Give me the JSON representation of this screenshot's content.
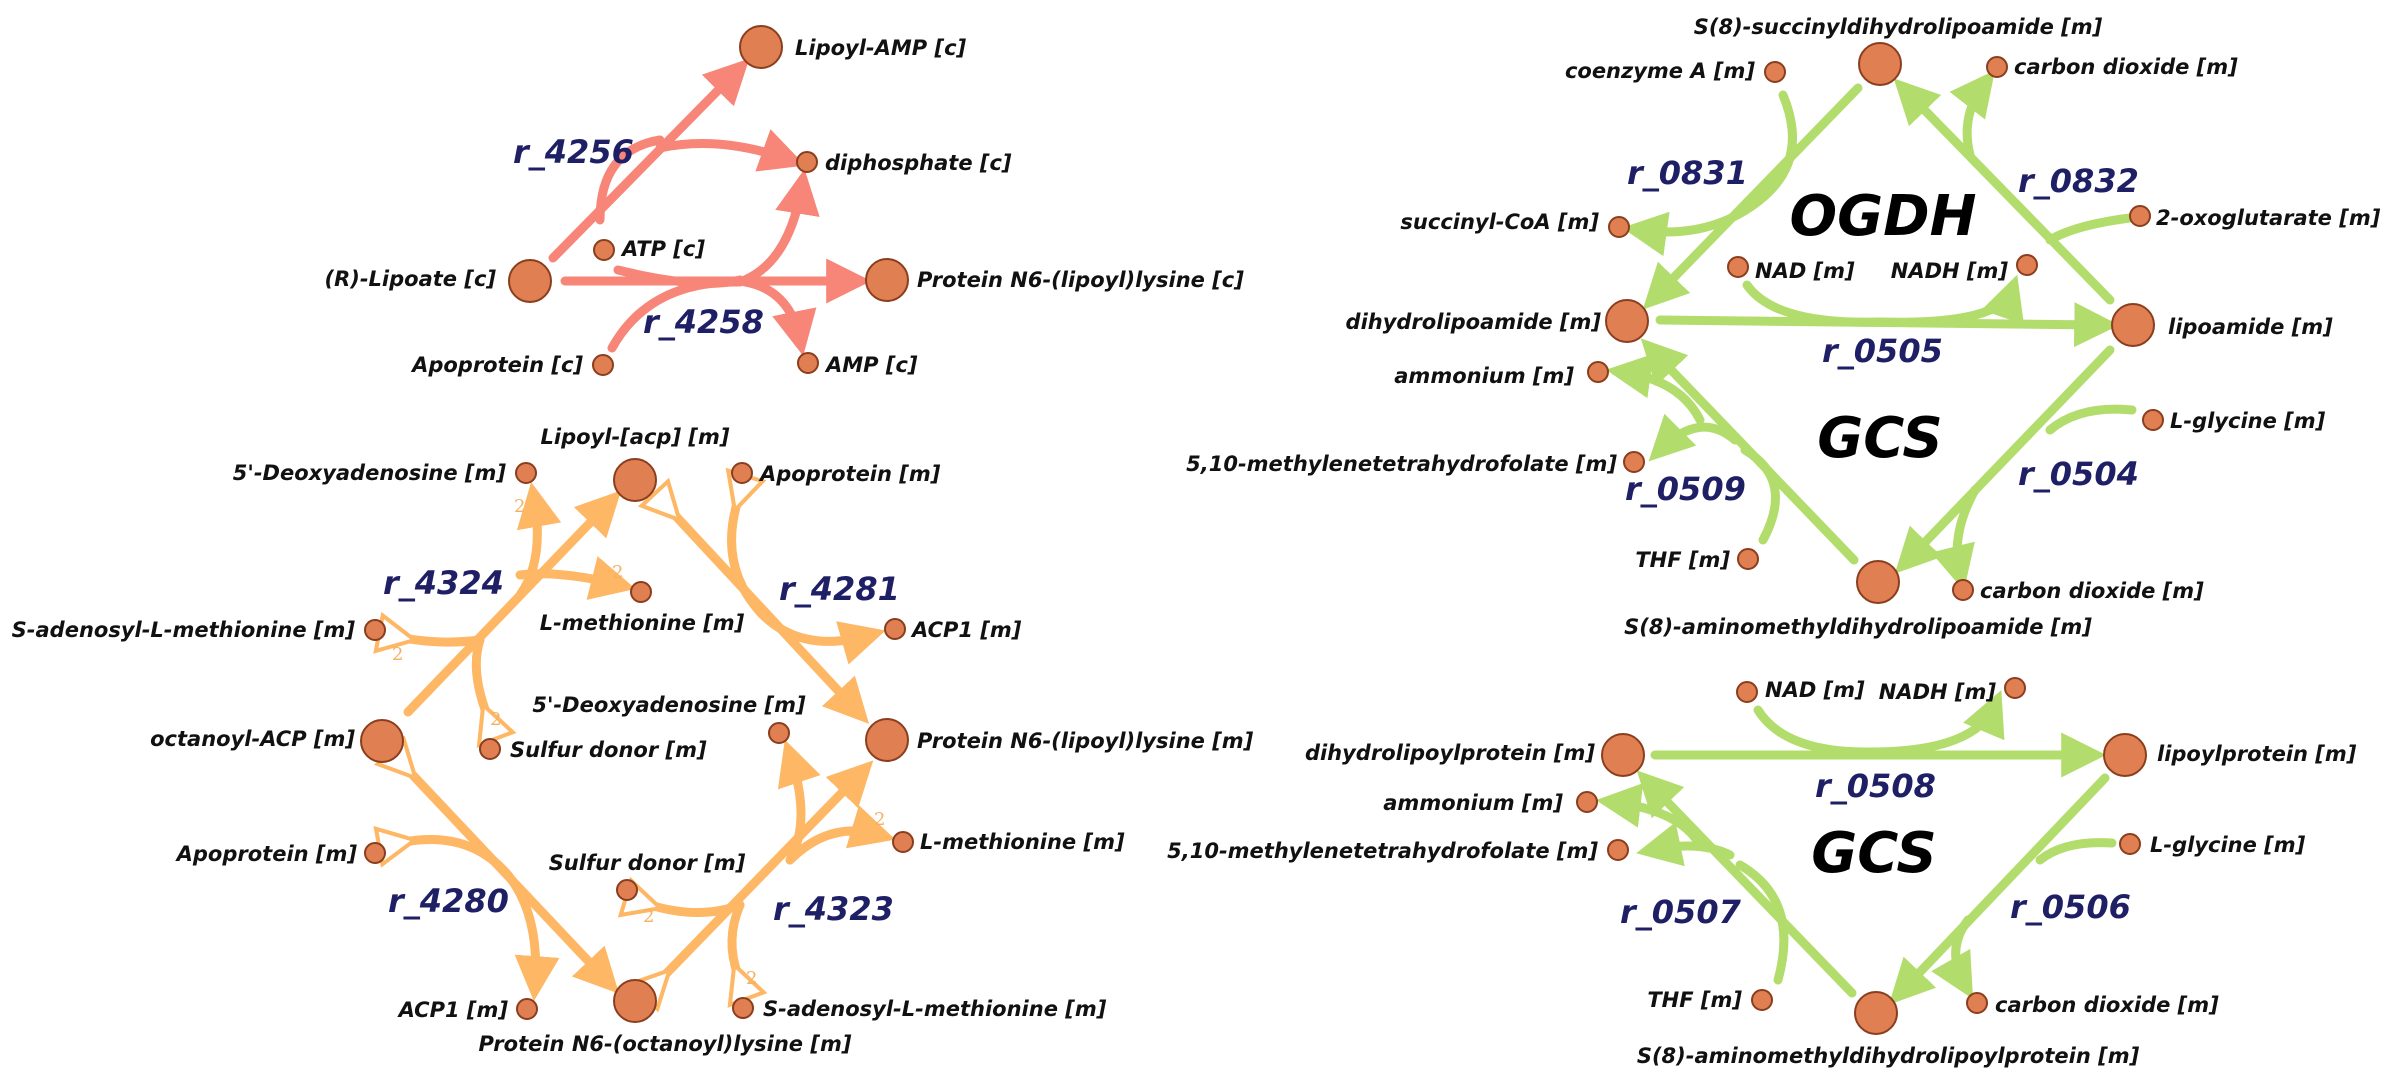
{
  "colors": {
    "lipoate_cyto": "#f78578",
    "lipoate_mito": "#fdb765",
    "ogdh_gcs": "#b2dd6c",
    "node_fill": "#e07f52",
    "node_stroke": "#8a3e1e",
    "reaction_label": "#1f1f66"
  },
  "groups": {
    "ogdh": "OGDH",
    "gcs_top": "GCS",
    "gcs_bottom": "GCS"
  },
  "reactions": {
    "r4256": "r_4256",
    "r4258": "r_4258",
    "r4324": "r_4324",
    "r4281": "r_4281",
    "r4280": "r_4280",
    "r4323": "r_4323",
    "r0831": "r_0831",
    "r0832": "r_0832",
    "r0505": "r_0505",
    "r0509": "r_0509",
    "r0504": "r_0504",
    "r0508": "r_0508",
    "r0507": "r_0507",
    "r0506": "r_0506"
  },
  "metabolites": {
    "lipoyl_amp_c": "Lipoyl-AMP [c]",
    "diphosphate_c": "diphosphate [c]",
    "atp_c": "ATP [c]",
    "r_lipoate_c": "(R)-Lipoate [c]",
    "protein_n6_lipoyllysine_c": "Protein N6-(lipoyl)lysine [c]",
    "apoprotein_c": "Apoprotein [c]",
    "amp_c": "AMP [c]",
    "lipoyl_acp_m": "Lipoyl-[acp] [m]",
    "deoxyadenosine_m_1": "5'-Deoxyadenosine [m]",
    "apoprotein_m_1": "Apoprotein [m]",
    "l_methionine_m_1": "L-methionine [m]",
    "sam_m_1": "S-adenosyl-L-methionine [m]",
    "acp1_m_1": "ACP1 [m]",
    "deoxyadenosine_m_2": "5'-Deoxyadenosine [m]",
    "octanoyl_acp_m": "octanoyl-ACP [m]",
    "sulfur_donor_m_1": "Sulfur donor [m]",
    "protein_n6_lipoyllysine_m": "Protein N6-(lipoyl)lysine [m]",
    "apoprotein_m_2": "Apoprotein [m]",
    "l_methionine_m_2": "L-methionine [m]",
    "sulfur_donor_m_2": "Sulfur donor [m]",
    "acp1_m_2": "ACP1 [m]",
    "sam_m_2": "S-adenosyl-L-methionine [m]",
    "protein_n6_octanoyllysine_m": "Protein N6-(octanoyl)lysine [m]",
    "s8_succinyldihydrolipoamide_m": "S(8)-succinyldihydrolipoamide [m]",
    "coenzyme_a_m": "coenzyme A [m]",
    "co2_m_1": "carbon dioxide [m]",
    "succinyl_coa_m": "succinyl-CoA [m]",
    "oxoglutarate_m": "2-oxoglutarate [m]",
    "nad_m_1": "NAD [m]",
    "nadh_m_1": "NADH [m]",
    "dihydrolipoamide_m": "dihydrolipoamide [m]",
    "lipoamide_m": "lipoamide [m]",
    "ammonium_m_1": "ammonium [m]",
    "l_glycine_m_1": "L-glycine [m]",
    "mthf_m_1": "5,10-methylenetetrahydrofolate [m]",
    "thf_m_1": "THF [m]",
    "co2_m_2": "carbon dioxide [m]",
    "s8_aminomethyldihydrolipoamide_m": "S(8)-aminomethyldihydrolipoamide [m]",
    "nad_m_2": "NAD [m]",
    "nadh_m_2": "NADH [m]",
    "dihydrolipoylprotein_m": "dihydrolipoylprotein [m]",
    "lipoylprotein_m": "lipoylprotein [m]",
    "ammonium_m_2": "ammonium [m]",
    "l_glycine_m_2": "L-glycine [m]",
    "mthf_m_2": "5,10-methylenetetrahydrofolate [m]",
    "thf_m_2": "THF [m]",
    "co2_m_3": "carbon dioxide [m]",
    "s8_aminomethyldihydrolipoylprotein_m": "S(8)-aminomethyldihydrolipoylprotein [m]"
  },
  "stoichiometry": {
    "two": "2"
  }
}
